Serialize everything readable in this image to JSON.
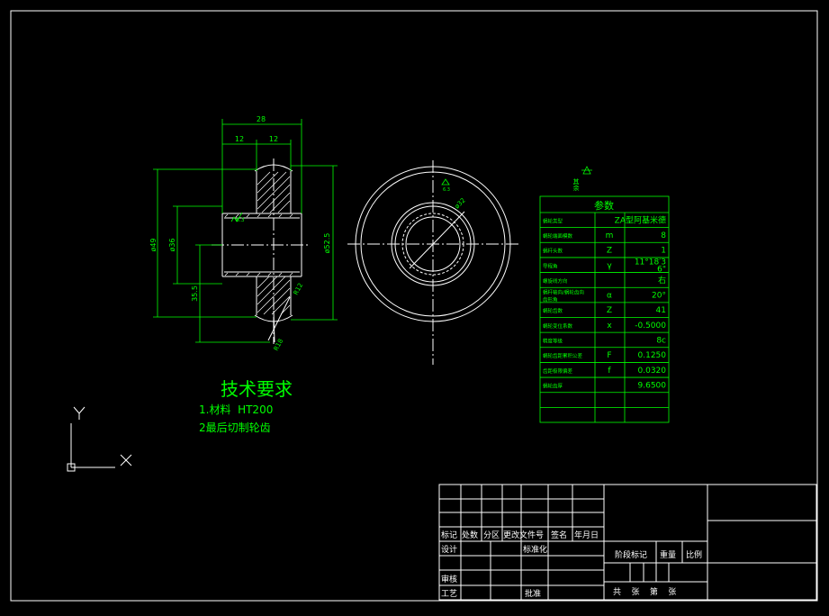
{
  "drawing": {
    "dimensions": {
      "overall_length": "28",
      "hub_left": "12",
      "hub_right": "12",
      "dia_49": "ø49",
      "dia_36": "ø36",
      "dia_52_5": "ø52.5",
      "dim_35_5": "35.5",
      "r12": "R12",
      "r18": "R18",
      "bore_dia": "ø32"
    },
    "roughness": {
      "bore": "Ra6.3",
      "face": "6.3",
      "other_label": "其余"
    }
  },
  "requirements": {
    "title": "技术要求",
    "items": [
      "1.材料  HT200",
      "2最后切制轮齿"
    ]
  },
  "params_table": {
    "header": "参数",
    "rows": [
      {
        "name": "蜗轮类型",
        "symbol": "",
        "value": "ZA型阿基米德"
      },
      {
        "name": "蜗轮端面模数",
        "symbol": "m",
        "value": "8"
      },
      {
        "name": "蜗杆头数",
        "symbol": "Z",
        "value": "1"
      },
      {
        "name": "导程角",
        "symbol": "γ",
        "value": "11°18′3\n6\""
      },
      {
        "name": "螺旋线方向",
        "symbol": "",
        "value": "右"
      },
      {
        "name": "蜗杆轴向/蜗轮齿向\n齿形角",
        "symbol": "α",
        "value": "20°"
      },
      {
        "name": "蜗轮齿数",
        "symbol": "Z",
        "value": "41"
      },
      {
        "name": "蜗轮变位系数",
        "symbol": "x",
        "value": "-0.5000"
      },
      {
        "name": "精度等级",
        "symbol": "",
        "value": "8c"
      },
      {
        "name": "蜗轮齿距累积公差",
        "symbol": "F",
        "value": "0.1250"
      },
      {
        "name": "齿距极限偏差",
        "symbol": "f",
        "value": "0.0320"
      },
      {
        "name": "蜗轮齿厚",
        "symbol": "",
        "value": "9.6500"
      },
      {
        "name": "",
        "symbol": "",
        "value": ""
      },
      {
        "name": "",
        "symbol": "",
        "value": ""
      }
    ]
  },
  "title_block": {
    "mark": "标记",
    "count": "处数",
    "zone": "分区",
    "change_doc": "更改文件号",
    "sign": "签名",
    "date": "年月日",
    "design": "设计",
    "standardize": "标准化",
    "stage_mark": "阶段标记",
    "weight": "重量",
    "scale": "比例",
    "review": "审核",
    "process": "工艺",
    "approve": "批准",
    "sheets": "共    张    第    张"
  },
  "ucs": {
    "x_label": "X",
    "y_label": "Y"
  },
  "colors": {
    "line": "#ffffff",
    "text": "#00ff00",
    "hatch": "#ffffff"
  }
}
